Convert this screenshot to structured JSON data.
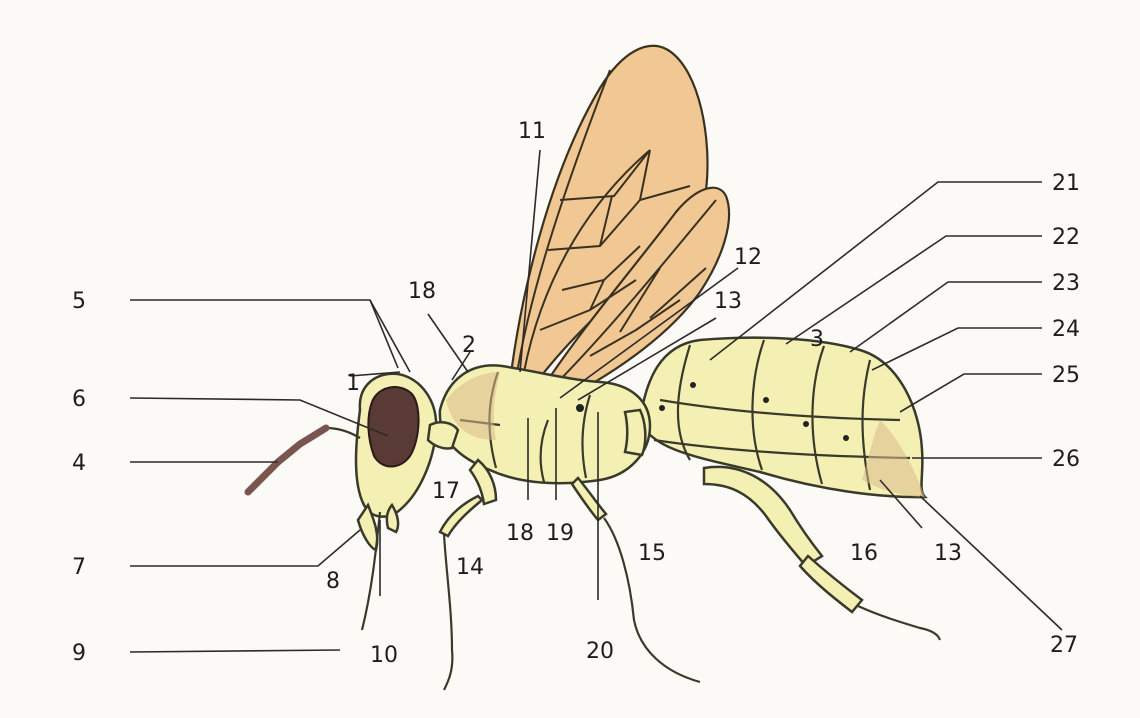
{
  "labels": {
    "l1": "1",
    "l2": "2",
    "l3": "3",
    "l4": "4",
    "l5": "5",
    "l6": "6",
    "l7": "7",
    "l8": "8",
    "l9": "9",
    "l10": "10",
    "l11": "11",
    "l12": "12",
    "l13a": "13",
    "l13b": "13",
    "l14": "14",
    "l15": "15",
    "l16": "16",
    "l17": "17",
    "l18a": "18",
    "l18b": "18",
    "l19": "19",
    "l20": "20",
    "l21": "21",
    "l22": "22",
    "l23": "23",
    "l24": "24",
    "l25": "25",
    "l26": "26",
    "l27": "27"
  },
  "colors": {
    "body": "#f4f0b4",
    "wing": "#f1c894",
    "eye": "#5a3a35",
    "outline": "#3a3a2a"
  }
}
